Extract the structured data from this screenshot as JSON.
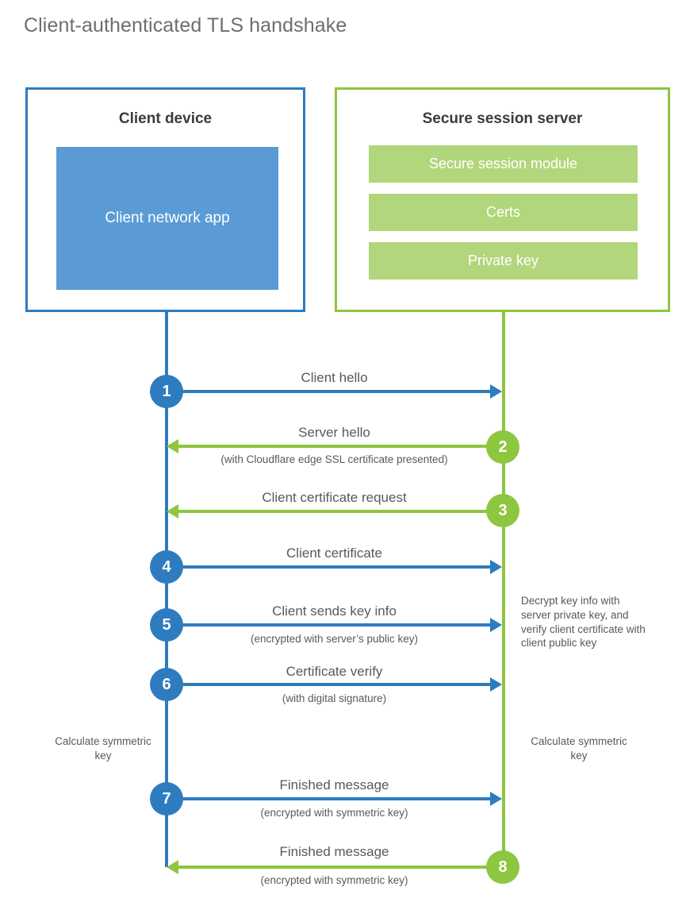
{
  "title": "Client-authenticated TLS handshake",
  "colors": {
    "blue": "#2e7cbf",
    "blue_fill": "#5b9bd5",
    "green": "#8dc63f",
    "green_fill": "#b2d67c",
    "text": "#58595b",
    "title_text": "#6d6e71"
  },
  "actors": {
    "client": {
      "title": "Client device",
      "app_label": "Client network app"
    },
    "server": {
      "title": "Secure session server",
      "bars": [
        "Secure session module",
        "Certs",
        "Private key"
      ]
    }
  },
  "steps": [
    {
      "number": "1",
      "label": "Client hello",
      "sublabel": "",
      "direction": "right",
      "color": "blue"
    },
    {
      "number": "2",
      "label": "Server hello",
      "sublabel": "(with Cloudflare edge SSL certificate presented)",
      "direction": "left",
      "color": "green"
    },
    {
      "number": "3",
      "label": "Client certificate request",
      "sublabel": "",
      "direction": "left",
      "color": "green"
    },
    {
      "number": "4",
      "label": "Client certificate",
      "sublabel": "",
      "direction": "right",
      "color": "blue"
    },
    {
      "number": "5",
      "label": "Client sends key info",
      "sublabel": "(encrypted with server’s public key)",
      "direction": "right",
      "color": "blue"
    },
    {
      "number": "6",
      "label": "Certificate verify",
      "sublabel": "(with digital signature)",
      "direction": "right",
      "color": "blue"
    },
    {
      "number": "7",
      "label": "Finished message",
      "sublabel": "(encrypted with symmetric key)",
      "direction": "right",
      "color": "blue"
    },
    {
      "number": "8",
      "label": "Finished message",
      "sublabel": "(encrypted with symmetric key)",
      "direction": "left",
      "color": "green"
    }
  ],
  "notes": {
    "server_decrypt": "Decrypt key info with server private key, and verify client certificate with client public key",
    "client_calc": "Calculate symmetric key",
    "server_calc": "Calculate symmetric key"
  }
}
